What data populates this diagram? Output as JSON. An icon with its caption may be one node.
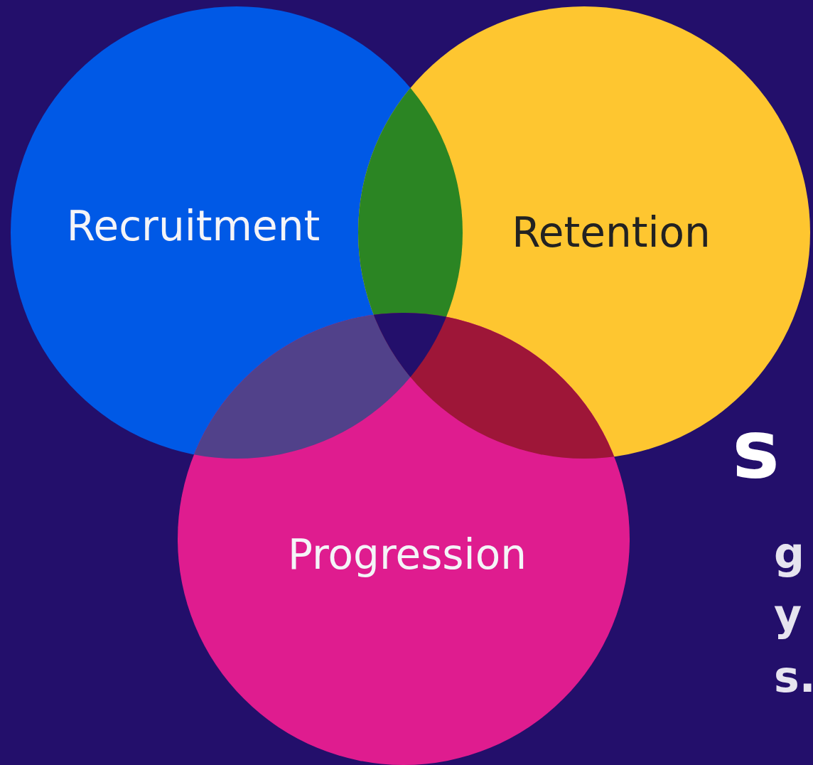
{
  "diagram": {
    "nodes": [
      {
        "text": [
          "Recruitment"
        ]
      },
      {
        "text": [
          "Retention"
        ]
      },
      {
        "text": [
          "Progression"
        ]
      }
    ],
    "labels": [
      "s",
      "g y s."
    ]
  }
}
